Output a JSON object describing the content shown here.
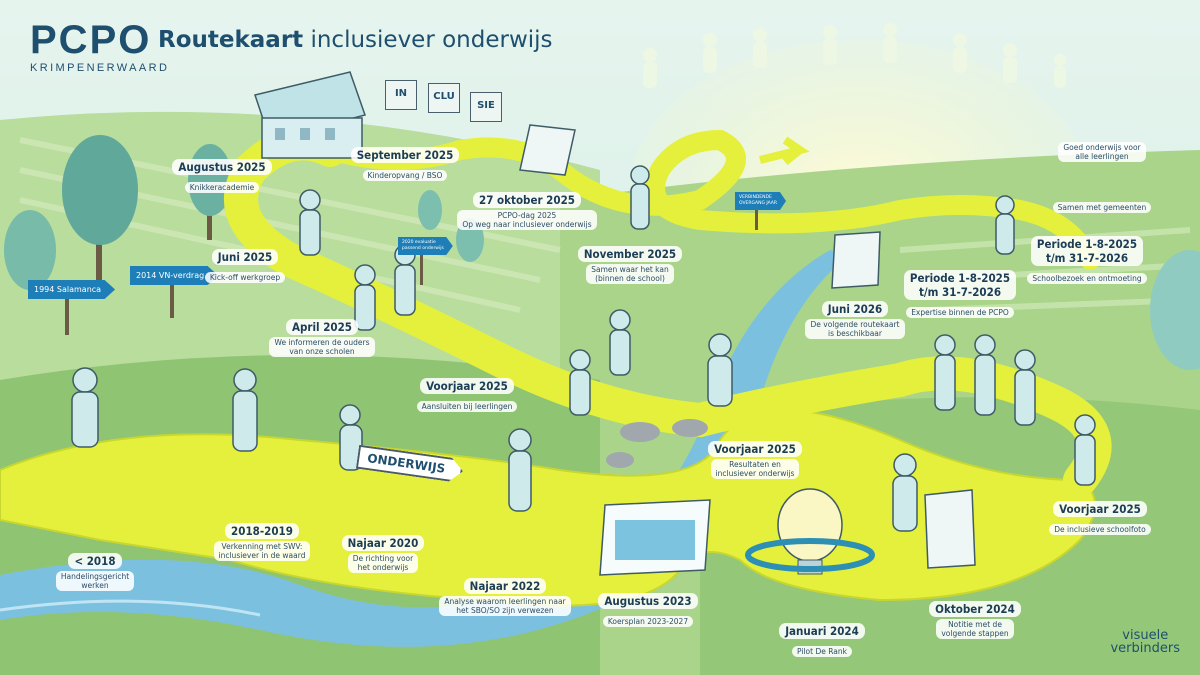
{
  "logo": {
    "name": "PCPO",
    "subtitle": "KRIMPENERWAARD"
  },
  "title": {
    "bold": "Routekaart",
    "rest": " inclusiever onderwijs"
  },
  "signs": {
    "salamanca": "1994 Salamanca",
    "vn": "2014 VN-verdrag",
    "evaluatie": "2020 evaluatie\npassend onderwijs",
    "verbindende": "VERBINDENDE\nOVERGANG JAAR"
  },
  "puzzle": [
    "IN",
    "CLU",
    "SIE"
  ],
  "onderwijs_sign": "ONDERWIJS",
  "milestones": [
    {
      "date": "< 2018",
      "text": "Handelingsgericht\nwerken"
    },
    {
      "date": "2018-2019",
      "text": "Verkenning met SWV:\ninclusiever in de waard"
    },
    {
      "date": "Najaar 2020",
      "text": "De richting voor\nhet onderwijs"
    },
    {
      "date": "Najaar 2022",
      "text": "Analyse waarom leerlingen naar\nhet SBO/SO zijn verwezen"
    },
    {
      "date": "Augustus 2023",
      "text": "Koersplan 2023-2027"
    },
    {
      "date": "Januari 2024",
      "text": "Pilot De Rank"
    },
    {
      "date": "Oktober 2024",
      "text": "Notitie met de\nvolgende stappen"
    },
    {
      "date": "Voorjaar 2025",
      "text": "De inclusieve schoolfoto"
    },
    {
      "date": "Voorjaar 2025",
      "text": "Resultaten en\ninclusiever onderwijs"
    },
    {
      "date": "Voorjaar 2025",
      "text": "Aansluiten bij leerlingen"
    },
    {
      "date": "April 2025",
      "text": "We informeren de ouders\nvan onze scholen"
    },
    {
      "date": "Juni 2025",
      "text": "Kick-off werkgroep"
    },
    {
      "date": "Augustus 2025",
      "text": "Knikkeracademie"
    },
    {
      "date": "September 2025",
      "text": "Kinderopvang / BSO"
    },
    {
      "date": "27 oktober 2025",
      "text": "PCPO-dag 2025\nOp weg naar inclusiever onderwijs"
    },
    {
      "date": "November 2025",
      "text": "Samen waar het kan\n(binnen de school)"
    },
    {
      "date": "Juni 2026",
      "text": "De volgende routekaart\nis beschikbaar"
    },
    {
      "date": "Periode 1-8-2025\nt/m 31-7-2026",
      "text": "Expertise binnen de PCPO"
    },
    {
      "date": "Periode 1-8-2025\nt/m 31-7-2026",
      "text": "Schoolbezoek en ontmoeting"
    },
    {
      "date": "",
      "text": "Goed onderwijs voor\nalle leerlingen"
    },
    {
      "date": "",
      "text": "Samen met gemeenten"
    }
  ],
  "watermark": {
    "line1": "visuele",
    "line2": "verbinders"
  },
  "colors": {
    "path": "#e4f03c",
    "river": "#7cc0e0",
    "grass": "#a9d48a",
    "sign": "#1e7fb8",
    "text": "#1f4f6e"
  }
}
